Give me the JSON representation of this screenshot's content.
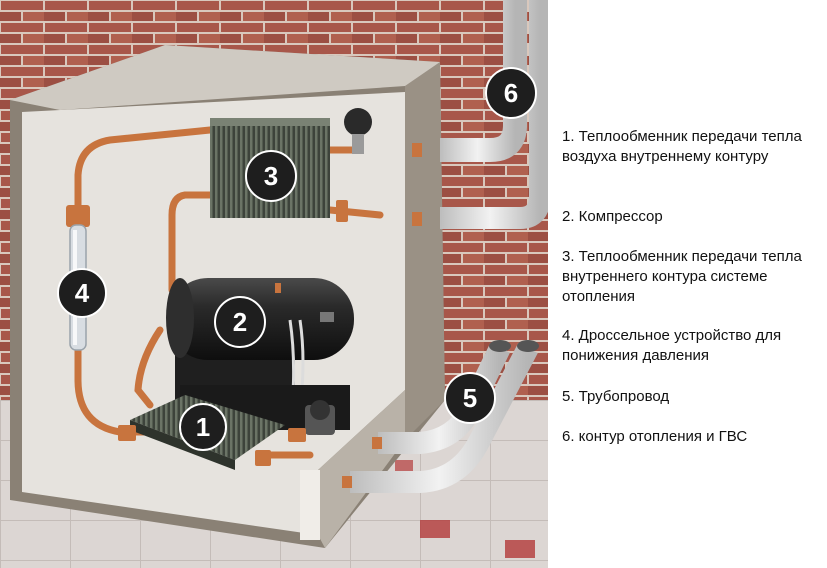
{
  "markers": [
    {
      "id": "1",
      "label": "1"
    },
    {
      "id": "2",
      "label": "2"
    },
    {
      "id": "3",
      "label": "3"
    },
    {
      "id": "4",
      "label": "4"
    },
    {
      "id": "5",
      "label": "5"
    },
    {
      "id": "6",
      "label": "6"
    }
  ],
  "legend": [
    {
      "text": "1. Теплообменник передачи тепла воздуха внутреннему контуру"
    },
    {
      "text": "2. Компрессор"
    },
    {
      "text": "3. Теплообменник передачи тепла внутреннего контура системе отопления"
    },
    {
      "text": "4. Дроссельное устройство для понижения давления"
    },
    {
      "text": "5. Трубопровод"
    },
    {
      "text": "6. контур отопления и ГВС"
    }
  ],
  "colors": {
    "brick": "#a8574a",
    "mortar": "#d9c8bd",
    "floor": "#dcd6d3",
    "floor_accent": "#b33a3a",
    "insulation": "#e6e3de",
    "housing": "#8a8175",
    "copper": "#c8743e",
    "radiator": "#4a5148",
    "compressor": "#1f1f1f",
    "pipe": "#dedede",
    "marker_bg": "#1e1e1e"
  }
}
